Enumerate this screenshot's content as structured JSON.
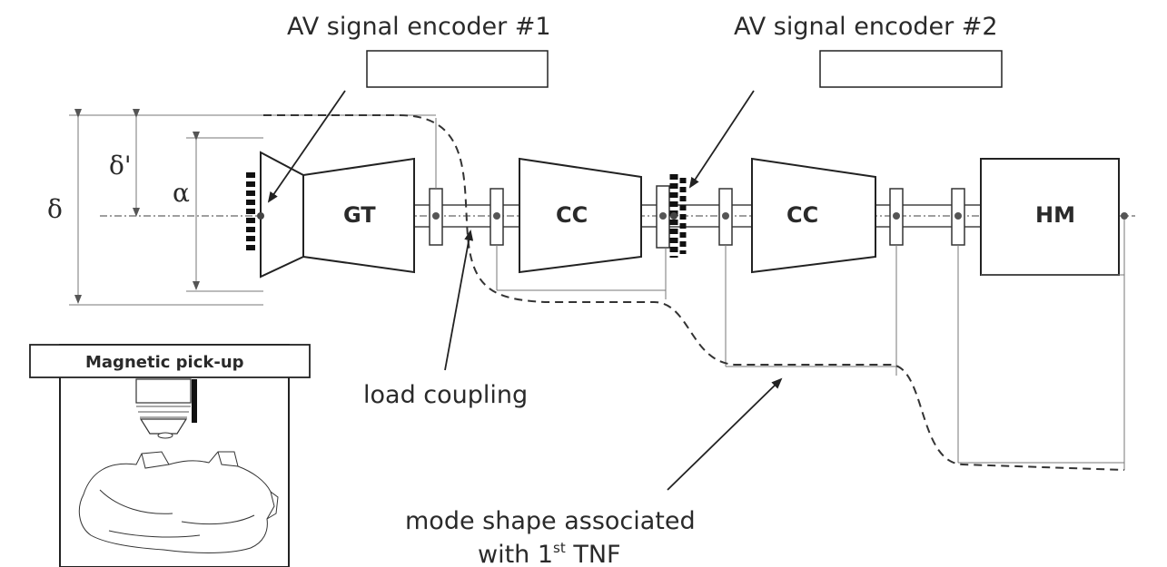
{
  "labels": {
    "encoder1": "AV signal encoder #1",
    "encoder2": "AV signal encoder #2",
    "load_coupling": "load coupling",
    "mode_shape_line1": "mode shape associated",
    "mode_shape_line2_prefix": "with 1",
    "mode_shape_line2_sup": "st",
    "mode_shape_line2_suffix": " TNF",
    "magnetic_pickup": "Magnetic pick-up"
  },
  "components": {
    "gt": "GT",
    "cc1": "CC",
    "cc2": "CC",
    "hm": "HM"
  },
  "dimensions": {
    "delta": "δ",
    "delta_prime": "δ'",
    "alpha": "α"
  },
  "encoder_boxes": {
    "encoder1_value": "",
    "encoder2_value": ""
  }
}
